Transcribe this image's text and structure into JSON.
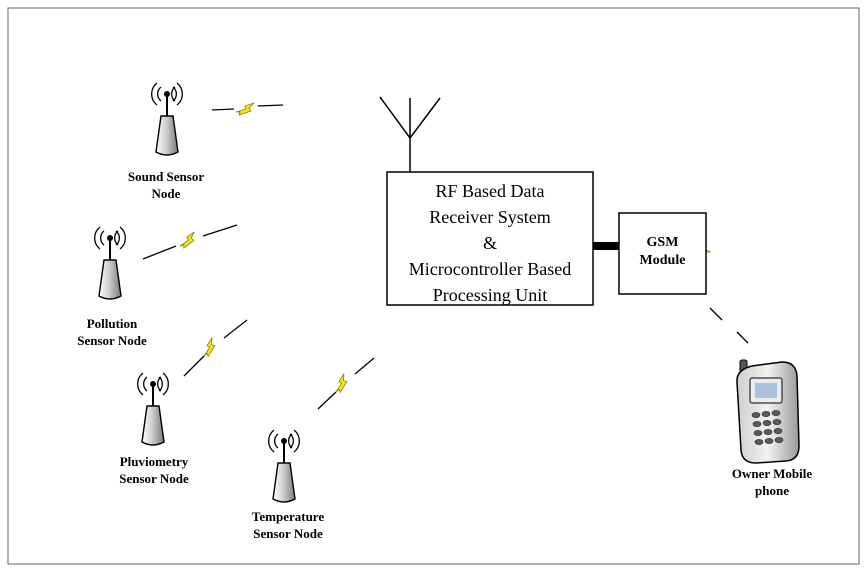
{
  "nodes": {
    "sound": {
      "line1": "Sound Sensor",
      "line2": "Node"
    },
    "pollution": {
      "line1": "Pollution",
      "line2": "Sensor Node"
    },
    "pluviometry": {
      "line1": "Pluviometry",
      "line2": "Sensor Node"
    },
    "temperature": {
      "line1": "Temperature",
      "line2": "Sensor Node"
    }
  },
  "receiver": {
    "line1": "RF Based Data",
    "line2": "Receiver System",
    "line3": "&",
    "line4": "Microcontroller Based",
    "line5": "Processing Unit"
  },
  "gsm": {
    "line1": "GSM",
    "line2": "Module"
  },
  "phone": {
    "line1": "Owner Mobile",
    "line2": "phone"
  },
  "colors": {
    "bolt": "#f5ea1e",
    "bolt_stroke": "#8a7a00",
    "line": "#000000"
  }
}
